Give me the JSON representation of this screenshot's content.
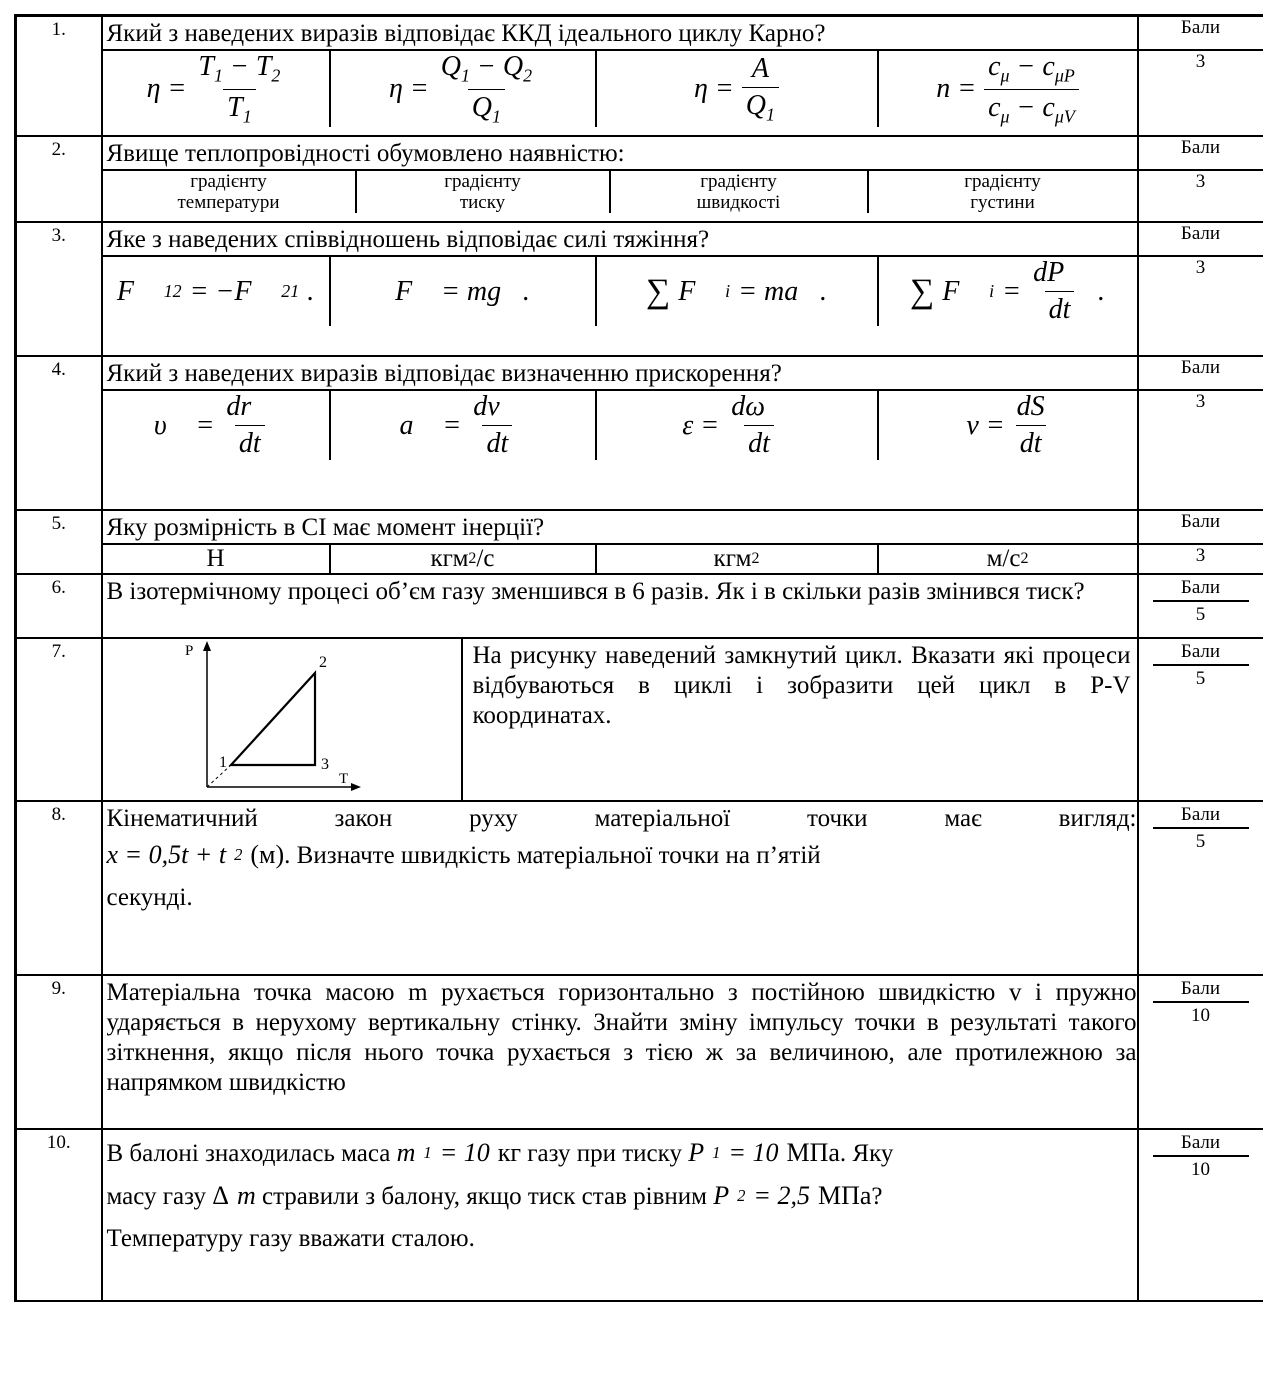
{
  "score_label": "Бали",
  "questions": [
    {
      "num": "1.",
      "text": "Який з наведених виразів відповідає ККД ідеального циклу Карно?",
      "score": "3"
    },
    {
      "num": "2.",
      "text": "Явище теплопровідності обумовлено наявністю:",
      "score": "3",
      "options": [
        {
          "l1": "градієнту",
          "l2": "температури"
        },
        {
          "l1": "градієнту",
          "l2": "тиску"
        },
        {
          "l1": "градієнту",
          "l2": "швидкості"
        },
        {
          "l1": "градієнту",
          "l2": "густини"
        }
      ]
    },
    {
      "num": "3.",
      "text": "Яке з наведених співвідношень відповідає силі тяжіння?",
      "score": "3"
    },
    {
      "num": "4.",
      "text": "Який з наведених виразів відповідає визначенню прискорення?",
      "score": "3"
    },
    {
      "num": "5.",
      "text": "Яку розмірність в СІ має момент інерції?",
      "score": "3",
      "options": [
        "Н",
        "кгм",
        "кгм",
        "м/с"
      ],
      "opt_sup": [
        "",
        "2",
        "2",
        "2"
      ],
      "opt_suffix": [
        "",
        "/с",
        "",
        ""
      ]
    },
    {
      "num": "6.",
      "text": "В ізотермічному процесі об’єм газу зменшився в 6 разів. Як і в скільки разів змінився тиск?",
      "score": "5"
    },
    {
      "num": "7.",
      "text": "На рисунку наведений замкнутий цикл. Вказати які процеси відбуваються в циклі і зобразити цей цикл в P-V координатах.",
      "score": "5",
      "figure": {
        "axis_y": "P",
        "axis_x": "T",
        "p1": "1",
        "p2": "2",
        "p3": "3"
      }
    },
    {
      "num": "8.",
      "text_a": "Кінематичний закон руху матеріальної точки має вигляд:",
      "text_b": ". Визначте швидкість матеріальної точки на п’ятій",
      "text_c": "секунді.",
      "score": "5"
    },
    {
      "num": "9.",
      "text": "Матеріальна точка масою m рухається горизонтально з постійною швидкістю v і пружно ударяється в нерухому вертикальну стінку. Знайти зміну імпульсу точки в результаті такого зіткнення, якщо після нього точка рухається з тією ж за величиною, але протилежною за напрямком швидкістю",
      "score": "10"
    },
    {
      "num": "10.",
      "text_a": "В балоні знаходилась маса",
      "text_b": "газу при тиску",
      "text_c": ". Яку",
      "text_d": "масу газу",
      "text_e": "стравили з балону, якщо тиск став рівним",
      "text_f": "?",
      "text_g": "Температуру газу вважати сталою.",
      "score": "10"
    }
  ]
}
